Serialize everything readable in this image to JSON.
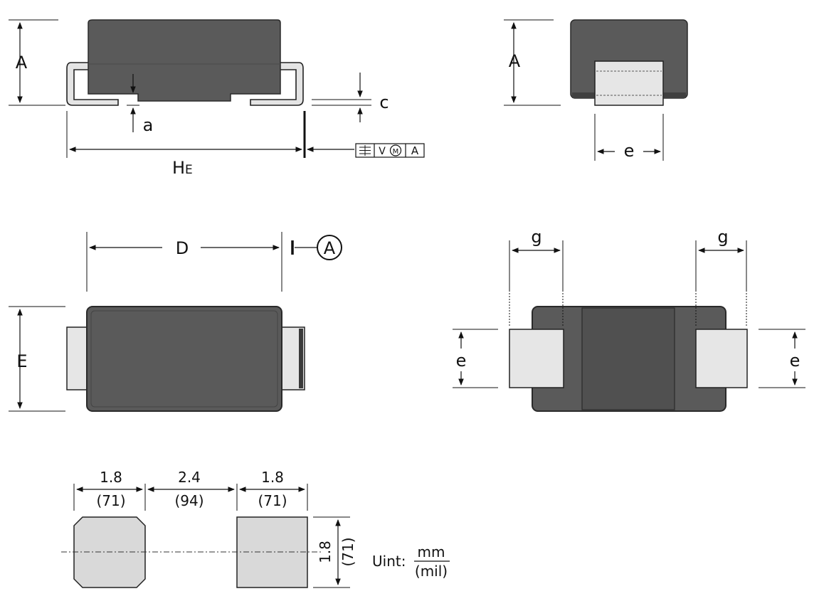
{
  "labels": {
    "A": "A",
    "a": "a",
    "c": "c",
    "he_main": "H",
    "he_sub": "E",
    "e": "e",
    "g": "g",
    "D": "D",
    "E": "E",
    "datum_circle": "A"
  },
  "tolerance_frame": {
    "symbol": "position",
    "value": "V",
    "modifier": "M",
    "datum": "A"
  },
  "footprint": {
    "pad_width_mm": "1.8",
    "pad_width_mil": "(71)",
    "gap_mm": "2.4",
    "gap_mil": "(94)",
    "pad_width2_mm": "1.8",
    "pad_width2_mil": "(71)",
    "pad_height_mm": "1.8",
    "pad_height_mil": "(71)"
  },
  "units": {
    "label": "Uint:",
    "numerator": "mm",
    "denominator": "(mil)"
  },
  "colors": {
    "body": "#5a5a5a",
    "body_dark": "#4a4a4a",
    "terminal": "#e6e6e6",
    "pad": "#d9d9d9"
  }
}
